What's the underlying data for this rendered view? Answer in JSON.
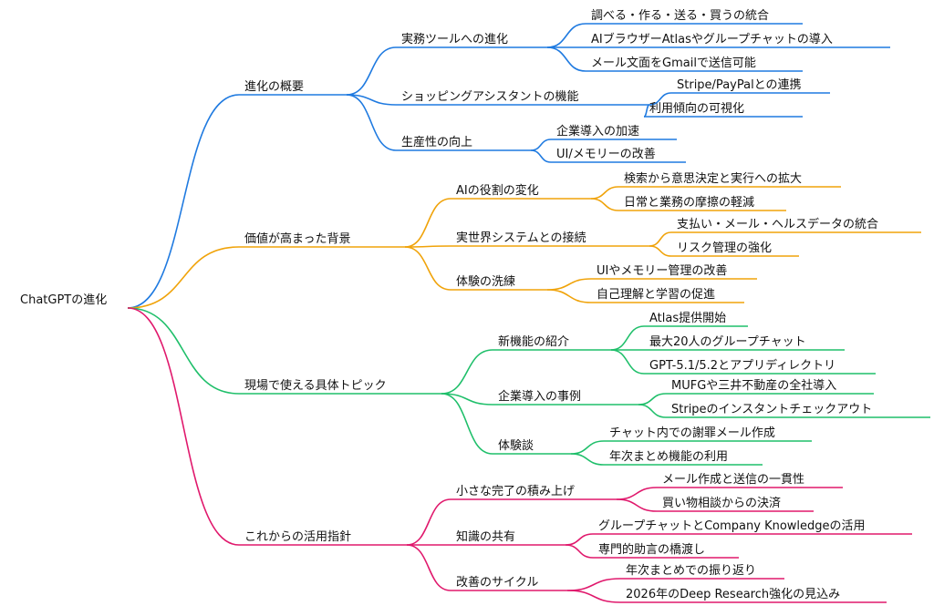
{
  "root": {
    "label": "ChatGPTの進化"
  },
  "branches": [
    {
      "label": "進化の概要",
      "color": "#1f7ae0",
      "children": [
        {
          "label": "実務ツールへの進化",
          "children": [
            {
              "label": "調べる・作る・送る・買うの統合"
            },
            {
              "label": "AIブラウザーAtlasやグループチャットの導入"
            },
            {
              "label": "メール文面をGmailで送信可能"
            }
          ]
        },
        {
          "label": "ショッピングアシスタントの機能",
          "children": [
            {
              "label": "Stripe/PayPalとの連携"
            },
            {
              "label": "利用傾向の可視化"
            }
          ]
        },
        {
          "label": "生産性の向上",
          "children": [
            {
              "label": "企業導入の加速"
            },
            {
              "label": "UI/メモリーの改善"
            }
          ]
        }
      ]
    },
    {
      "label": "価値が高まった背景",
      "color": "#f0a30a",
      "children": [
        {
          "label": "AIの役割の変化",
          "children": [
            {
              "label": "検索から意思決定と実行への拡大"
            },
            {
              "label": "日常と業務の摩擦の軽減"
            }
          ]
        },
        {
          "label": "実世界システムとの接続",
          "children": [
            {
              "label": "支払い・メール・ヘルスデータの統合"
            },
            {
              "label": "リスク管理の強化"
            }
          ]
        },
        {
          "label": "体験の洗練",
          "children": [
            {
              "label": "UIやメモリー管理の改善"
            },
            {
              "label": "自己理解と学習の促進"
            }
          ]
        }
      ]
    },
    {
      "label": "現場で使える具体トピック",
      "color": "#1fbf6a",
      "children": [
        {
          "label": "新機能の紹介",
          "children": [
            {
              "label": "Atlas提供開始"
            },
            {
              "label": "最大20人のグループチャット"
            },
            {
              "label": "GPT-5.1/5.2とアプリディレクトリ"
            }
          ]
        },
        {
          "label": "企業導入の事例",
          "children": [
            {
              "label": "MUFGや三井不動産の全社導入"
            },
            {
              "label": "Stripeのインスタントチェックアウト"
            }
          ]
        },
        {
          "label": "体験談",
          "children": [
            {
              "label": "チャット内での謝罪メール作成"
            },
            {
              "label": "年次まとめ機能の利用"
            }
          ]
        }
      ]
    },
    {
      "label": "これからの活用指針",
      "color": "#e0186c",
      "children": [
        {
          "label": "小さな完了の積み上げ",
          "children": [
            {
              "label": "メール作成と送信の一貫性"
            },
            {
              "label": "買い物相談からの決済"
            }
          ]
        },
        {
          "label": "知識の共有",
          "children": [
            {
              "label": "グループチャットとCompany Knowledgeの活用"
            },
            {
              "label": "専門的助言の橋渡し"
            }
          ]
        },
        {
          "label": "改善のサイクル",
          "children": [
            {
              "label": "年次まとめでの振り返り"
            },
            {
              "label": "2026年のDeep Research強化の見込み"
            }
          ]
        }
      ]
    }
  ]
}
